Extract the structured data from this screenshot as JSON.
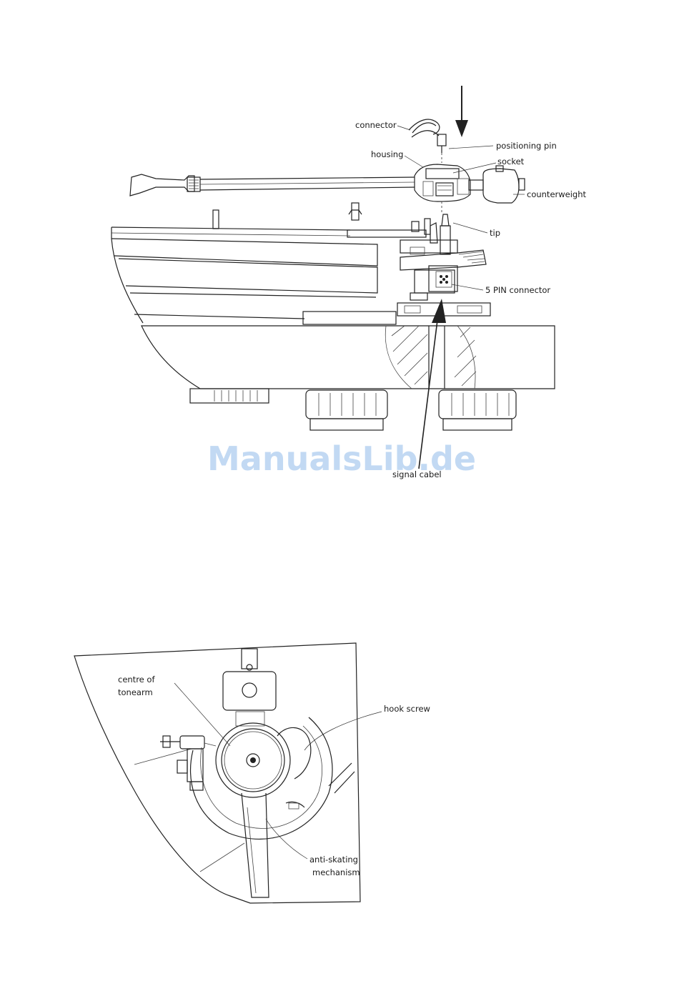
{
  "watermark": "ManualsLib.de",
  "figure1": {
    "labels": {
      "connector": "connector",
      "positioning_pin": "positioning pin",
      "housing": "housing",
      "socket": "socket",
      "counterweight": "counterweight",
      "tip": "tip",
      "five_pin_connector": "5 PIN connector",
      "signal_cabel": "signal cabel"
    }
  },
  "figure2": {
    "labels": {
      "centre_of_tonearm_line1": "centre of",
      "centre_of_tonearm_line2": "tonearm",
      "hook_screw": "hook screw",
      "anti_skating_line1": "anti-skating",
      "anti_skating_line2": "mechanism"
    }
  }
}
